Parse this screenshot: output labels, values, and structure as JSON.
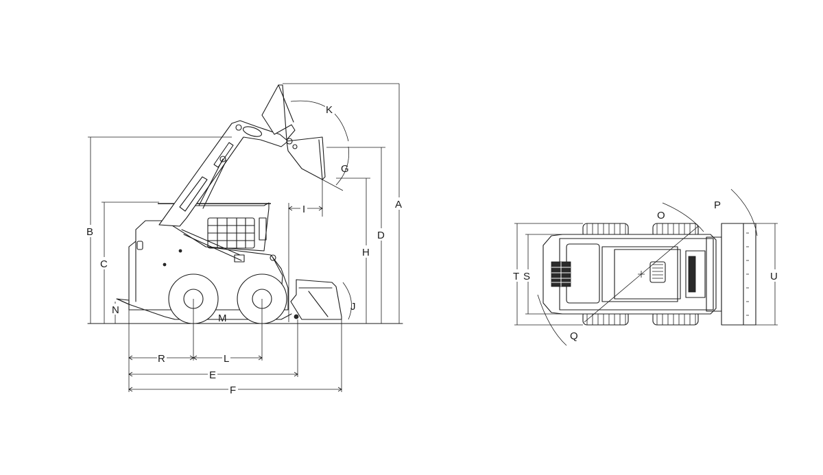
{
  "side_view_labels": {
    "A": "A",
    "B": "B",
    "C": "C",
    "D": "D",
    "E": "E",
    "F": "F",
    "G": "G",
    "H": "H",
    "I": "I",
    "J": "J",
    "K": "K",
    "L": "L",
    "M": "M",
    "N": "N",
    "R": "R"
  },
  "top_view_labels": {
    "O": "O",
    "P": "P",
    "Q": "Q",
    "S": "S",
    "T": "T",
    "U": "U"
  }
}
